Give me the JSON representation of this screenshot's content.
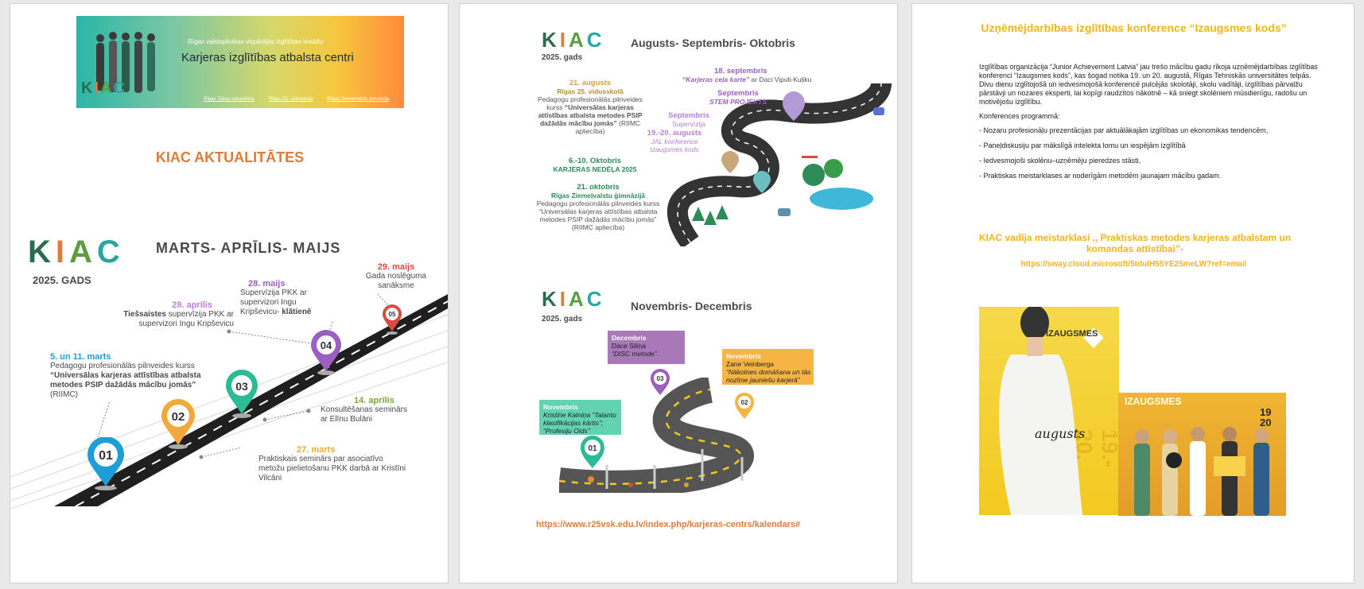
{
  "page1": {
    "banner": {
      "subtitle": "Rīgas valstspilsētas vispārējās izglītības iestāžu",
      "title": "Karjeras izglītības atbalsta centri",
      "links": [
        "Rīgas Teikas vidusskola",
        "Rīgas 25. vidusskola",
        "Rīgas Ziemeļvalstu ģimnāzija"
      ]
    },
    "heading": "KIAC AKTUALITĀTES",
    "logo": {
      "k": "K",
      "i": "I",
      "a": "A",
      "c": "C"
    },
    "section_title": "MARTS- APRĪLIS- MAIJS",
    "year": "2025. GADS",
    "pins": [
      "01",
      "02",
      "03",
      "04",
      "05"
    ],
    "events": {
      "e1_date": "5. un 11. marts",
      "e1_text_a": "Pedagogu profesionālās pilnveides kurss ",
      "e1_text_b": "“Universālas karjeras attīstības atbalsta metodes PSIP dažādās mācību jomās”",
      "e1_text_c": " (RIIMC)",
      "e2_date": "27. marts",
      "e2_text": "Praktiskais seminārs par asociatīvo metožu pielietošanu PKK darbā ar Kristīni Vilcāni",
      "e3_date": "14. aprīlis",
      "e3_text": "Konsultēšanas seminārs ar Elīnu Bulāni",
      "e4_date": "28. aprīlis",
      "e4_text_a": "Tiešsaistes",
      "e4_text_b": " supervīzija PKK ar supervizori Ingu Kripševicu",
      "e5_date": "28. maijs",
      "e5_text_a": "Supervīzija PKK ar supervizori Ingu Kripševicu- ",
      "e5_text_b": "klātienē",
      "e6_date": "29. maijs",
      "e6_text": "Gada noslēguma sanāksme"
    }
  },
  "page2": {
    "sec1_title": "Augusts- Septembris- Oktobris",
    "sec1_year": "2025. gads",
    "sec1": {
      "sep18_date": "18. septembris",
      "sep18_text_a": "“Karjeras ceļa karte”",
      "sep18_text_b": " ar Daci Vipuli-Kuļiku",
      "aug21_date": "21. augusts",
      "aug21_school": "Rīgas 25. vidusskolā",
      "aug21_text_a": "Pedagogu profesionālās pilnveides kurss ",
      "aug21_text_b": "“Universālas karjeras attīstības atbalsta metodes PSIP dažādās mācību jomās”",
      "aug21_text_c": " (RIIMC apliecība)",
      "sep_stem_date": "Septembris",
      "sep_stem_text": "STEM PROJEKTS",
      "sep_sup_date": "Septembris",
      "sep_sup_text": "Supervīzija",
      "aug1920_date": "19.-20. augusts",
      "aug1920_text_a": "JAL konference",
      "aug1920_text_b": "Izaugsmes kods",
      "oct610_date": "6.-10. Oktobris",
      "oct610_text": "KARJERAS NEDĒĻA 2025",
      "oct21_date": "21. oktobris",
      "oct21_school": "Rīgas Ziemeļvalstu ģimnāzijā",
      "oct21_text": "Pedagogu profesionālās pilnveides kurss “Universālas karjeras attīstības atbalsta metodes PSIP dažādās mācību jomās” (RIIMC apliecība)"
    },
    "sec2_title": "Novembris- Decembris",
    "sec2_year": "2025. gads",
    "sec2": {
      "dec_date": "Decembris",
      "dec_name": "Dace Siliņa",
      "dec_text": "“DISC metode”",
      "nov1_date": "Novembris",
      "nov1_name": "Zane Veinberga",
      "nov1_text": "“Nākotnes domāšana un tās nozīme jauniešu karjerā”",
      "nov2_date": "Novembris",
      "nov2_text_a": "Kristīne Kalniņa “Talantu klasifikācijas kārtis”;",
      "nov2_text_b": "“Profesiju Oids”",
      "pins": [
        "01",
        "02",
        "03"
      ]
    },
    "link": "https://www.r25vsk.edu.lv/index.php/karjeras-centrs/kalendars#"
  },
  "page3": {
    "title": "Uzņēmējdarbības izglītības konference “Izaugsmes kods”",
    "para1": "Izglītības organizācija “Junior Achievement Latvia” jau trešo mācību gadu rīkoja uzņēmējdarbības izglītības konferenci “Izaugsmes kods”, kas šogad notika 19. un 20. augustā, Rīgas Tehniskās universitātes telpās. Divu dienu izglītojošā un iedvesmojošā konferencē pulcējās skolotāji, skolu vadītāji, izglītības pārvalžu pārstāvji un nozares eksperti, lai kopīgi raudzītos nākotnē – kā sniegt skolēniem mūsdienīgu, radošu un motivējošu izglītību.",
    "program_label": "Konferences programmā:",
    "items": [
      "-  Nozaru profesionāļu prezentācijas par aktuālākajām izglītības un ekonomikas tendencēm,",
      "-  Paneļdiskusiju par mākslīgā intelekta lomu un iespējām izglītībā",
      "-  Iedvesmojoši skolēnu–uzņēmēju pieredzes stāsti,",
      "-  Praktiskas meistarklases ar noderīgām metodēm jaunajam mācību gadam."
    ],
    "masterclass": "KIAC vadīja  meistarklasi ,, Praktiskas metodes karjeras atbalstam un komandas attīstībai”-",
    "link": "https://sway.cloud.microsoft/5tduIH55YE25meLW?ref=email",
    "photo1": {
      "brand": "IZAUGSMES",
      "dates": "19.- 20.",
      "word": "augusts"
    },
    "photo2": {
      "brand": "IZAUGSMES",
      "dates": "19 20"
    }
  },
  "colors": {
    "orange": "#e07b39",
    "purple": "#9b5fc0",
    "teal": "#1aa5a0",
    "green": "#7aa83b",
    "red": "#d94a3f",
    "yellow": "#f2b51e",
    "blue": "#1c9fd6"
  }
}
